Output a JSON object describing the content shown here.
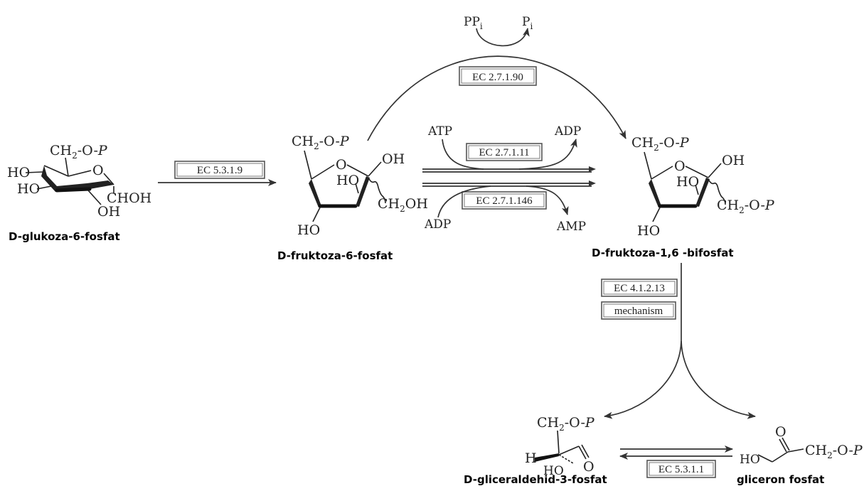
{
  "compounds": {
    "g6p": {
      "caption": "D-glukoza-6-fosfat",
      "ch2": "CH",
      "sub2": "2",
      "o_p": "-O-",
      "p": "P",
      "ho1": "HO",
      "ho2": "HO",
      "ring_o": "O",
      "chohh": "CHOH",
      "oh": "OH"
    },
    "f6p": {
      "caption": "D-fruktoza-6-fosfat",
      "ch2": "CH",
      "sub2": "2",
      "o_p": "-O-",
      "p": "P",
      "ring_o": "O",
      "oh": "OH",
      "ho_inner": "HO",
      "ch2oh": "CH",
      "sub2b": "2",
      "oh_tail": "OH",
      "ho_bottom": "HO"
    },
    "f16bp": {
      "caption": "D-fruktoza-1,6 -bifosfat",
      "ch2": "CH",
      "sub2": "2",
      "o_p": "-O-",
      "p": "P",
      "ring_o": "O",
      "oh": "OH",
      "ho_inner": "HO",
      "ch2b": "CH",
      "sub2b": "2",
      "o_p2": "-O-",
      "p2": "P",
      "ho_bottom": "HO"
    },
    "gap": {
      "caption": "D-gliceraldehid-3-fosfat",
      "ch2": "CH",
      "sub2": "2",
      "o_p": "-O-",
      "p": "P",
      "h": "H",
      "ho": "HO",
      "o": "O"
    },
    "dhap": {
      "caption": "gliceron fosfat",
      "o": "O",
      "ch2": "CH",
      "sub2": "2",
      "o_p": "-O-",
      "p": "P",
      "ho": "HO"
    }
  },
  "enzymes": {
    "ec_5319": "EC 5.3.1.9",
    "ec_27190": "EC 2.7.1.90",
    "ec_27111": "EC 2.7.1.11",
    "ec_271146": "EC 2.7.1.146",
    "ec_41213": "EC 4.1.2.13",
    "mechanism": "mechanism",
    "ec_5311": "EC 5.3.1.1"
  },
  "cofactors": {
    "ppi": "PP",
    "ppi_sub": "i",
    "pi": "P",
    "pi_sub": "i",
    "atp": "ATP",
    "adp_top": "ADP",
    "adp_bottom": "ADP",
    "amp": "AMP"
  }
}
